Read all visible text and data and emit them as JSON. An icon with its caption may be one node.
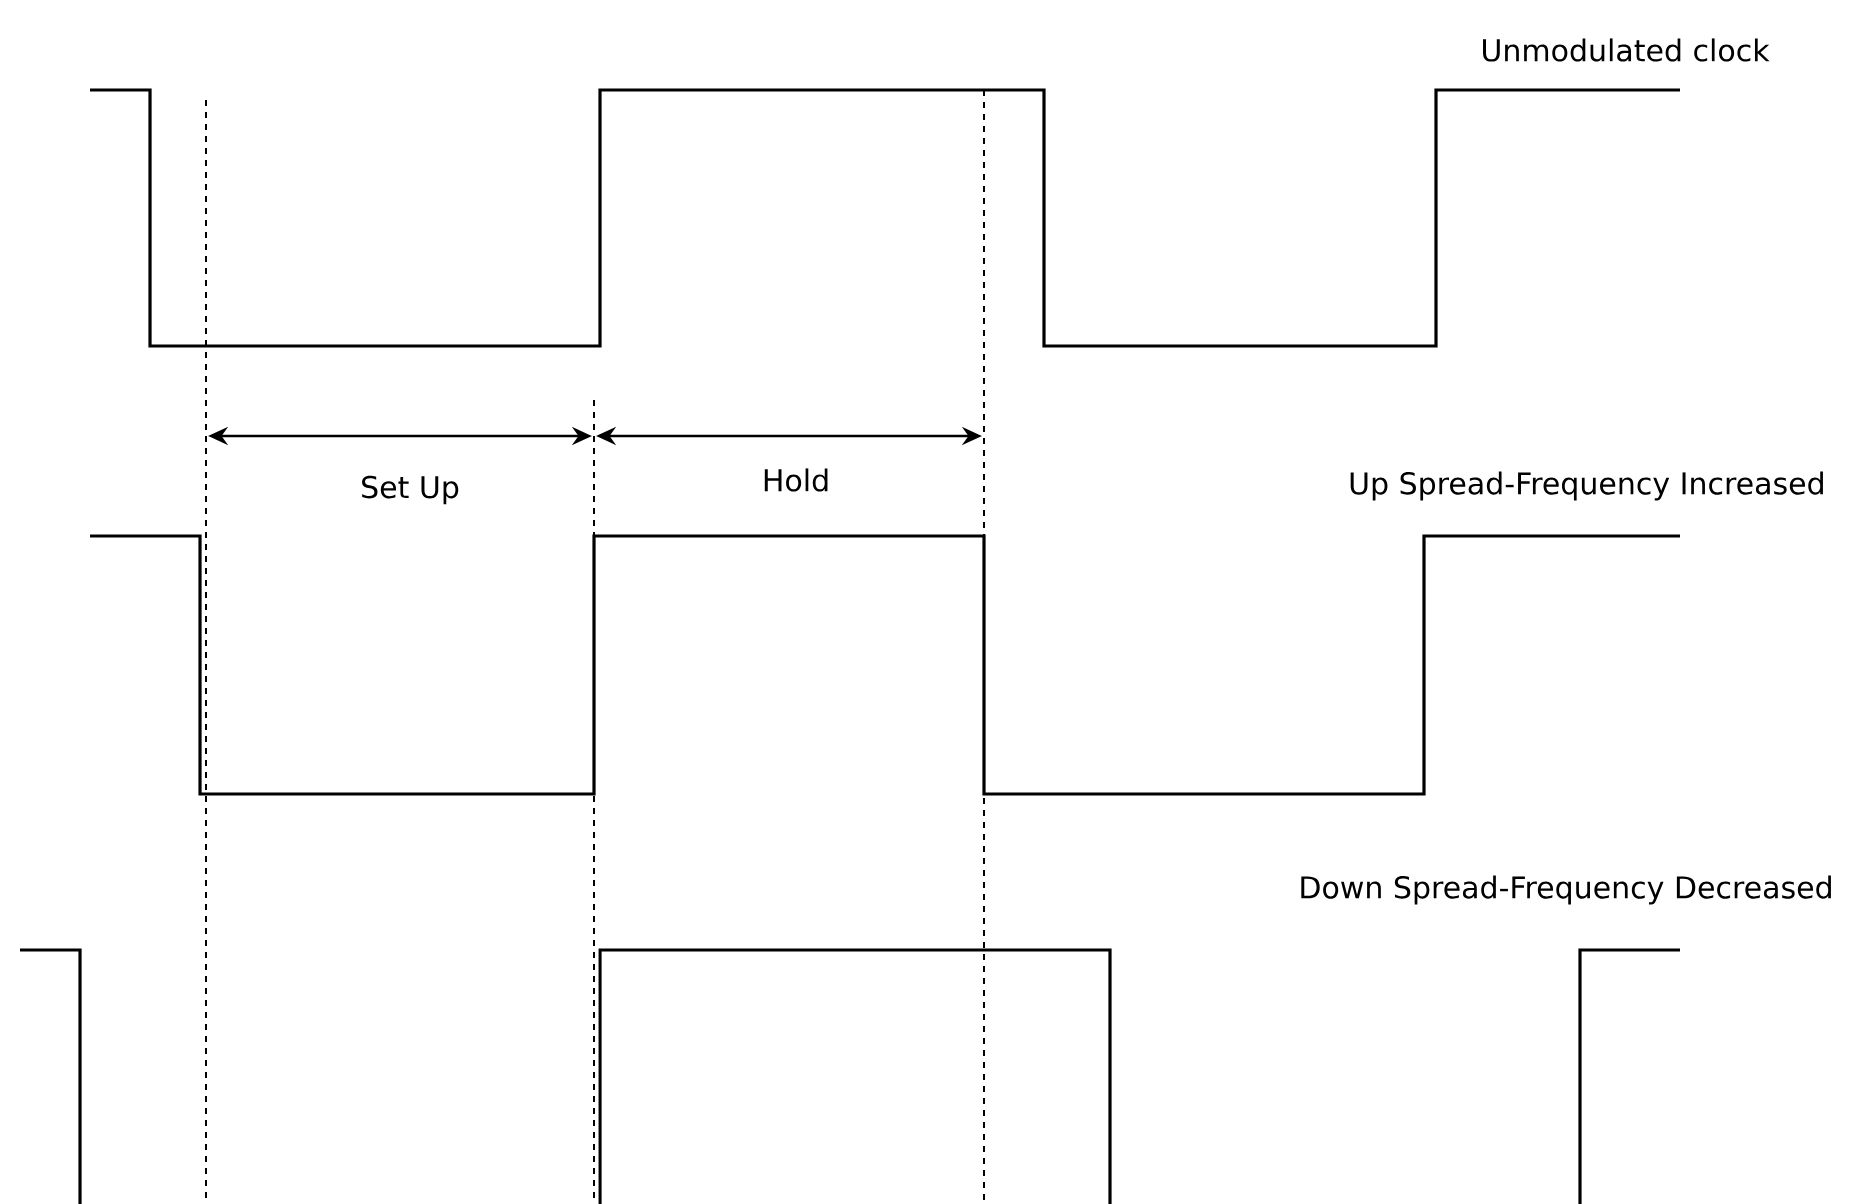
{
  "diagram": {
    "labels": [
      "Unmodulated clock",
      "Set Up",
      "Hold",
      "Up Spread-Frequency Increased",
      "Down Spread-Frequency Decreased"
    ]
  }
}
